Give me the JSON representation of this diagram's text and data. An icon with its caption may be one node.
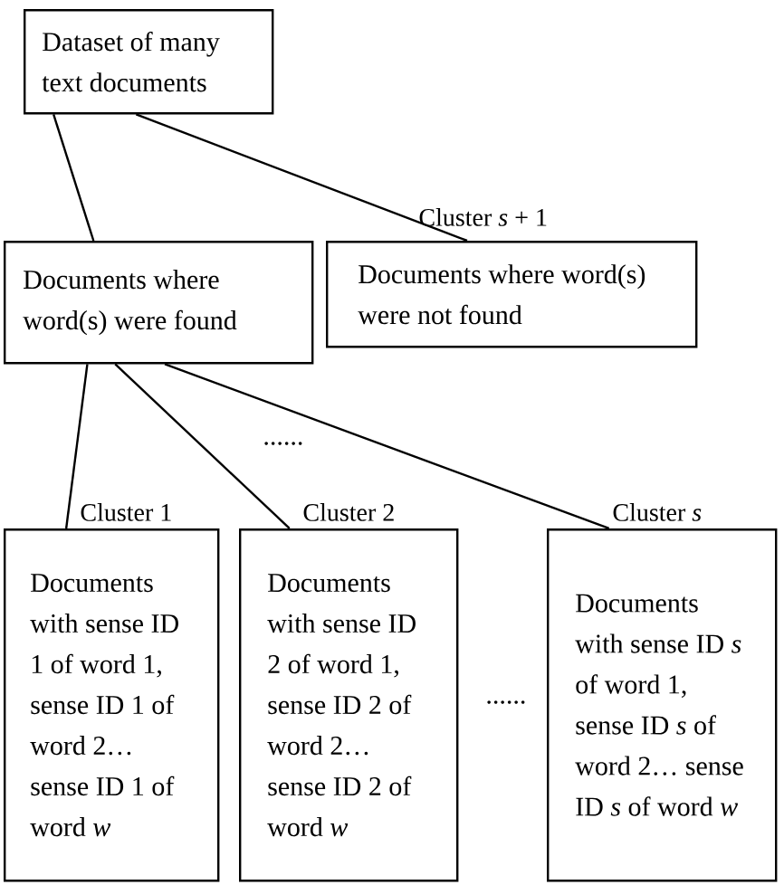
{
  "diagram": {
    "nodes": [
      {
        "text": [
          "Dataset of many text documents"
        ]
      },
      {
        "text": [
          "Documents where word(s) were found"
        ]
      },
      {
        "text": [
          "Documents where word(s) were not found"
        ],
        "beside": [
          "Cluster *s* + 1"
        ]
      },
      {
        "text": [
          "Documents with sense ID 1 of word 1, sense ID 1 of word 2… sense ID 1 of word *w*"
        ],
        "beside": [
          "Cluster 1"
        ]
      },
      {
        "text": [
          "Documents with sense ID 2 of word 1, sense ID 2 of word 2… sense ID 2 of word *w*"
        ],
        "beside": [
          "Cluster 2"
        ]
      },
      {
        "text": [
          "Documents with sense ID *s* of word 1, sense ID *s* of word 2… sense ID *s* of word *w*"
        ],
        "beside": [
          "Cluster *s*"
        ]
      }
    ],
    "edges": [
      {
        "from": 0,
        "to": 1,
        "arrow": "none"
      },
      {
        "from": 0,
        "to": 2,
        "arrow": "none"
      },
      {
        "from": 1,
        "to": 3,
        "arrow": "none"
      },
      {
        "from": 1,
        "to": 4,
        "arrow": "none"
      },
      {
        "from": 1,
        "to": 5,
        "arrow": "none"
      }
    ],
    "labels": [
      "......",
      "......"
    ]
  }
}
